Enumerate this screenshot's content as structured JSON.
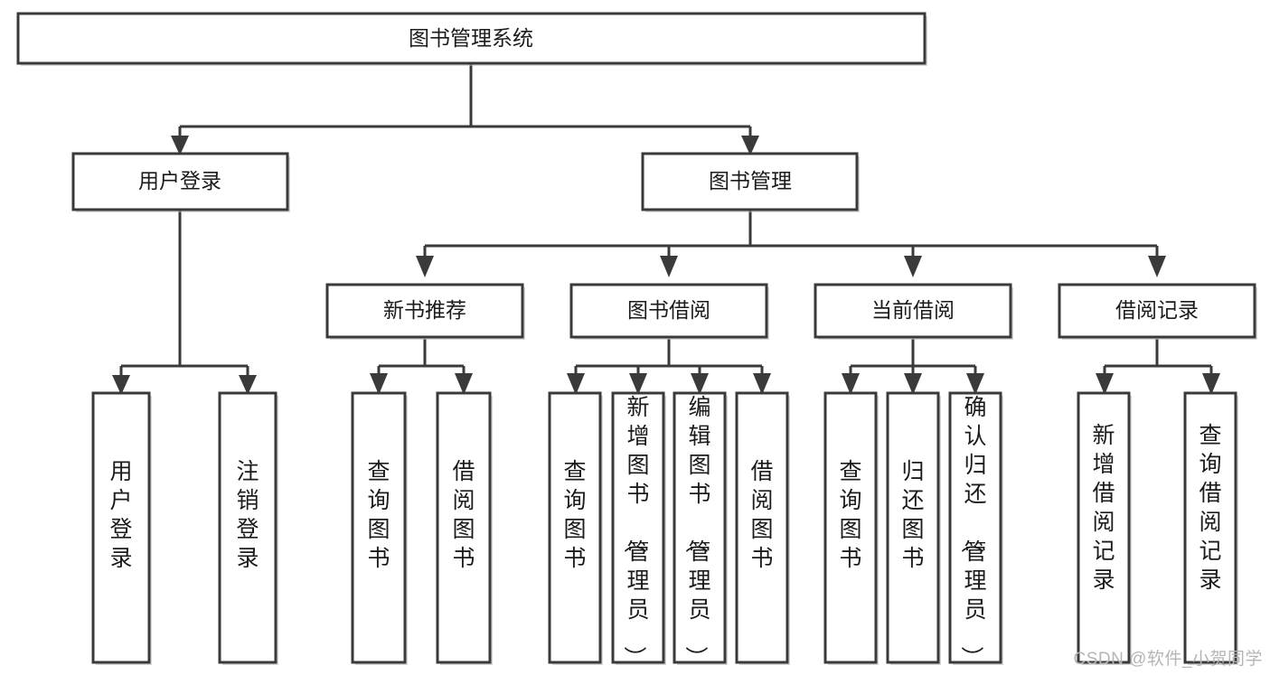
{
  "diagram": {
    "type": "tree",
    "orientation": "top-down",
    "title": "图书管理系统",
    "watermark": "CSDN @软件_小贺同学",
    "colors": {
      "box_stroke": "#3a3a3a",
      "box_fill": "#ffffff",
      "text": "#1b1b1b",
      "watermark": "#b5b5b5",
      "background": "#ffffff"
    },
    "nodes": {
      "root": {
        "label": "图书管理系统",
        "orient": "horizontal"
      },
      "n_user_login": {
        "label": "用户登录",
        "orient": "horizontal"
      },
      "n_book_manage": {
        "label": "图书管理",
        "orient": "horizontal"
      },
      "n_new_book_rec": {
        "label": "新书推荐",
        "orient": "horizontal"
      },
      "n_book_borrow": {
        "label": "图书借阅",
        "orient": "horizontal"
      },
      "n_current_borrow": {
        "label": "当前借阅",
        "orient": "horizontal"
      },
      "n_borrow_record": {
        "label": "借阅记录",
        "orient": "horizontal"
      },
      "leaf_user_login": {
        "label": "用户登录",
        "orient": "vertical"
      },
      "leaf_logout": {
        "label": "注销登录",
        "orient": "vertical"
      },
      "leaf_query_book_1": {
        "label": "查询图书",
        "orient": "vertical"
      },
      "leaf_borrow_book_1": {
        "label": "借阅图书",
        "orient": "vertical"
      },
      "leaf_query_book_2": {
        "label": "查询图书",
        "orient": "vertical"
      },
      "leaf_add_book": {
        "label": "新增图书（管理员）",
        "orient": "vertical"
      },
      "leaf_edit_book": {
        "label": "编辑图书（管理员）",
        "orient": "vertical"
      },
      "leaf_borrow_book_2": {
        "label": "借阅图书",
        "orient": "vertical"
      },
      "leaf_query_book_3": {
        "label": "查询图书",
        "orient": "vertical"
      },
      "leaf_return_book": {
        "label": "归还图书",
        "orient": "vertical"
      },
      "leaf_confirm_return": {
        "label": "确认归还（管理员）",
        "orient": "vertical"
      },
      "leaf_add_record": {
        "label": "新增借阅记录",
        "orient": "vertical"
      },
      "leaf_query_record": {
        "label": "查询借阅记录",
        "orient": "vertical"
      }
    },
    "edges": [
      {
        "from": "root",
        "to": "n_user_login"
      },
      {
        "from": "root",
        "to": "n_book_manage"
      },
      {
        "from": "n_user_login",
        "to": "leaf_user_login"
      },
      {
        "from": "n_user_login",
        "to": "leaf_logout"
      },
      {
        "from": "n_book_manage",
        "to": "n_new_book_rec"
      },
      {
        "from": "n_book_manage",
        "to": "n_book_borrow"
      },
      {
        "from": "n_book_manage",
        "to": "n_current_borrow"
      },
      {
        "from": "n_book_manage",
        "to": "n_borrow_record"
      },
      {
        "from": "n_new_book_rec",
        "to": "leaf_query_book_1"
      },
      {
        "from": "n_new_book_rec",
        "to": "leaf_borrow_book_1"
      },
      {
        "from": "n_book_borrow",
        "to": "leaf_query_book_2"
      },
      {
        "from": "n_book_borrow",
        "to": "leaf_add_book"
      },
      {
        "from": "n_book_borrow",
        "to": "leaf_edit_book"
      },
      {
        "from": "n_book_borrow",
        "to": "leaf_borrow_book_2"
      },
      {
        "from": "n_current_borrow",
        "to": "leaf_query_book_3"
      },
      {
        "from": "n_current_borrow",
        "to": "leaf_return_book"
      },
      {
        "from": "n_current_borrow",
        "to": "leaf_confirm_return"
      },
      {
        "from": "n_borrow_record",
        "to": "leaf_add_record"
      },
      {
        "from": "n_borrow_record",
        "to": "leaf_query_record"
      }
    ]
  }
}
